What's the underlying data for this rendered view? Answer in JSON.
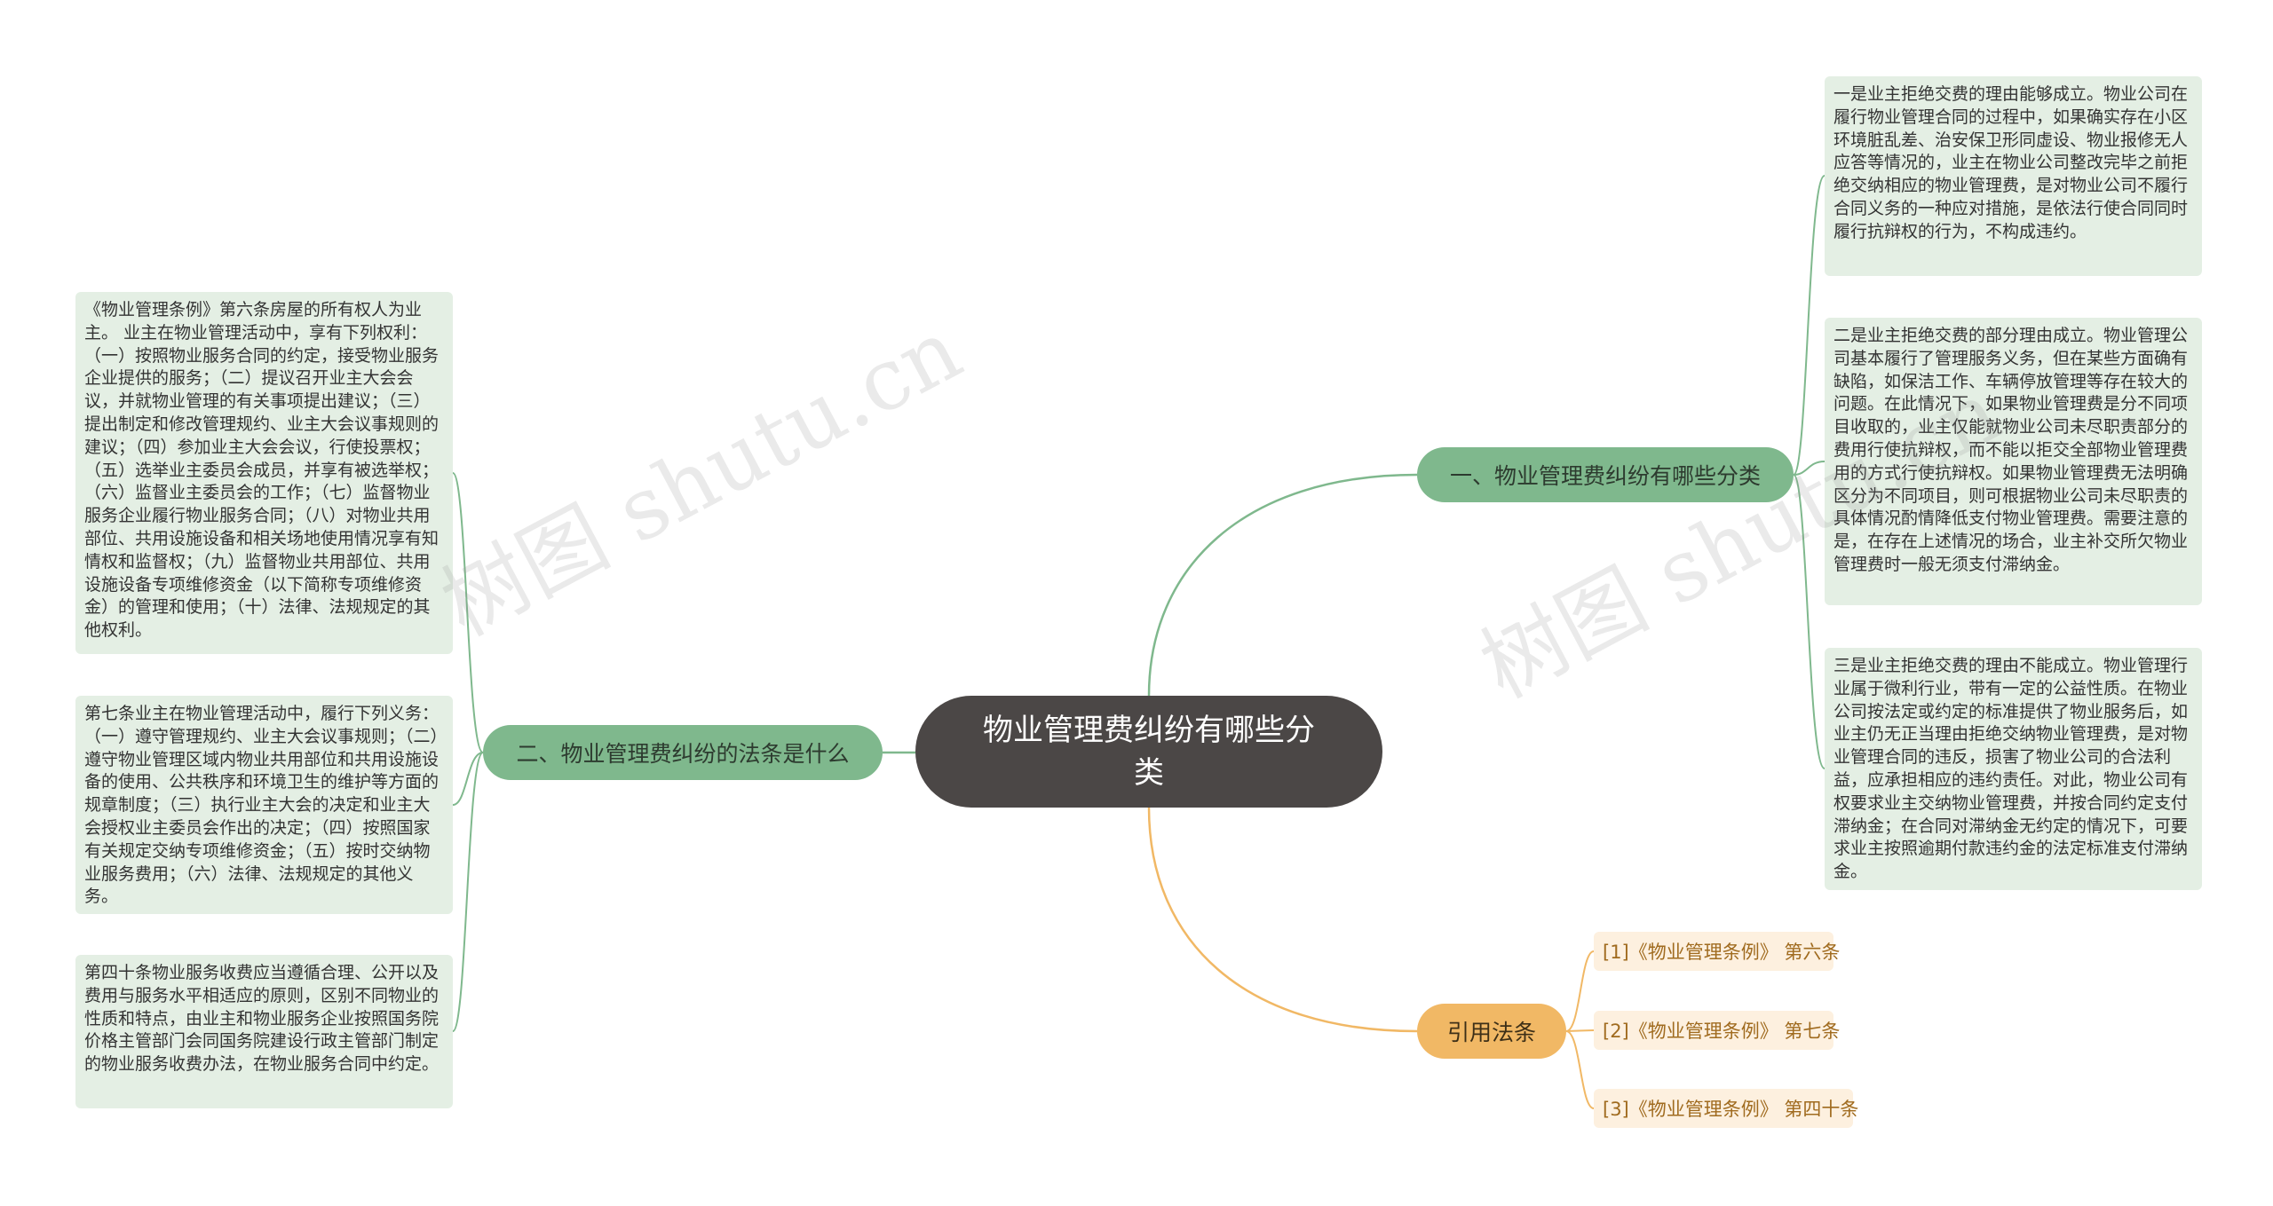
{
  "colors": {
    "root_bg": "#4b4746",
    "green_branch": "#7fb88d",
    "green_line": "#7fb88d",
    "orange_branch": "#f1b865",
    "orange_line": "#f1b865",
    "leaf_bg": "#e4efe4",
    "ref_bg": "#fdf0df",
    "ref_text": "#a06b1f"
  },
  "root": {
    "title": "物业管理费纠纷有哪些分类"
  },
  "branches": {
    "b1": {
      "label": "一、物业管理费纠纷有哪些分类",
      "leaves": [
        "一是业主拒绝交费的理由能够成立。物业公司在履行物业管理合同的过程中，如果确实存在小区环境脏乱差、治安保卫形同虚设、物业报修无人应答等情况的，业主在物业公司整改完毕之前拒绝交纳相应的物业管理费，是对物业公司不履行合同义务的一种应对措施，是依法行使合同同时履行抗辩权的行为，不构成违约。",
        "二是业主拒绝交费的部分理由成立。物业管理公司基本履行了管理服务义务，但在某些方面确有缺陷，如保洁工作、车辆停放管理等存在较大的问题。在此情况下，如果物业管理费是分不同项目收取的，业主仅能就物业公司未尽职责部分的费用行使抗辩权，而不能以拒交全部物业管理费用的方式行使抗辩权。如果物业管理费无法明确区分为不同项目，则可根据物业公司未尽职责的具体情况酌情降低支付物业管理费。需要注意的是，在存在上述情况的场合，业主补交所欠物业管理费时一般无须支付滞纳金。",
        "三是业主拒绝交费的理由不能成立。物业管理行业属于微利行业，带有一定的公益性质。在物业公司按法定或约定的标准提供了物业服务后，如业主仍无正当理由拒绝交纳物业管理费，是对物业管理合同的违反，损害了物业公司的合法利益，应承担相应的违约责任。对此，物业公司有权要求业主交纳物业管理费，并按合同约定支付滞纳金；在合同对滞纳金无约定的情况下，可要求业主按照逾期付款违约金的法定标准支付滞纳金。"
      ]
    },
    "b2": {
      "label": "二、物业管理费纠纷的法条是什么",
      "leaves": [
        "《物业管理条例》第六条房屋的所有权人为业主。 业主在物业管理活动中，享有下列权利：（一）按照物业服务合同的约定，接受物业服务企业提供的服务；（二）提议召开业主大会会议，并就物业管理的有关事项提出建议；（三）提出制定和修改管理规约、业主大会议事规则的建议；（四）参加业主大会会议，行使投票权；（五）选举业主委员会成员，并享有被选举权；（六）监督业主委员会的工作；（七）监督物业服务企业履行物业服务合同；（八）对物业共用部位、共用设施设备和相关场地使用情况享有知情权和监督权；（九）监督物业共用部位、共用设施设备专项维修资金（以下简称专项维修资金）的管理和使用；（十）法律、法规规定的其他权利。",
        "第七条业主在物业管理活动中，履行下列义务：（一）遵守管理规约、业主大会议事规则；（二）遵守物业管理区域内物业共用部位和共用设施设备的使用、公共秩序和环境卫生的维护等方面的规章制度；（三）执行业主大会的决定和业主大会授权业主委员会作出的决定；（四）按照国家有关规定交纳专项维修资金；（五）按时交纳物业服务费用；（六）法律、法规规定的其他义务。",
        "第四十条物业服务收费应当遵循合理、公开以及费用与服务水平相适应的原则，区别不同物业的性质和特点，由业主和物业服务企业按照国务院价格主管部门会同国务院建设行政主管部门制定的物业服务收费办法，在物业服务合同中约定。"
      ]
    },
    "b3": {
      "label": "引用法条",
      "refs": [
        "[1]《物业管理条例》 第六条",
        "[2]《物业管理条例》 第七条",
        "[3]《物业管理条例》 第四十条"
      ]
    }
  },
  "watermark": "树图 shutu.cn"
}
